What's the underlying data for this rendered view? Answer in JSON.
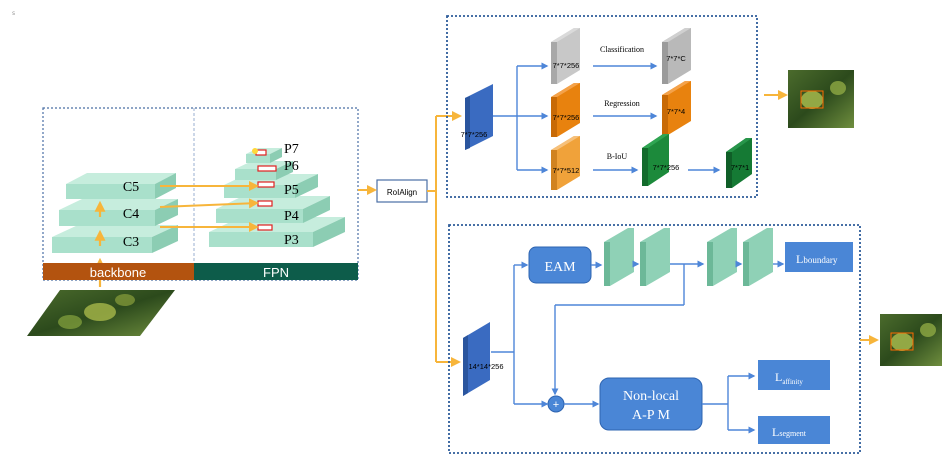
{
  "corner_mark": "s",
  "backbone": {
    "band_label": "backbone",
    "layers": [
      "C5",
      "C4",
      "C3"
    ]
  },
  "fpn": {
    "band_label": "FPN",
    "levels": [
      "P7",
      "P6",
      "P5",
      "P4",
      "P3"
    ]
  },
  "roi_align": {
    "label": "RoIAlign"
  },
  "detection_head": {
    "input_label": "7*7*256",
    "branches": [
      {
        "name": "Classification",
        "input": "7*7*256",
        "output": "7*7*C"
      },
      {
        "name": "Regression",
        "input": "7*7*256",
        "output": "7*7*4"
      },
      {
        "name": "B-IoU",
        "input": "7*7*512",
        "mid": "7*7*256",
        "output": "7*7*1"
      }
    ]
  },
  "segmentation_head": {
    "input_label": "14*14*256",
    "eam_label": "EAM",
    "boundary_loss": {
      "main": "L",
      "sub": "boundary"
    },
    "affinity_loss": {
      "main": "L",
      "sub": "affinity"
    },
    "segment_loss": {
      "main": "L",
      "sub": "segment"
    },
    "nonlocal_line1": "Non-local",
    "nonlocal_line2": "A-P M",
    "plus_symbol": "+"
  },
  "colors": {
    "arrow_orange": "#f7b53b",
    "arrow_blue": "#4e86d8",
    "box_border": "#4a6fa5",
    "teal_block": "#a9e0cb",
    "backbone_band": "#b3530f",
    "fpn_band": "#0d5c4a",
    "blue_node": "#3a6bc1",
    "gray_block": "#b9b9b9",
    "orange_block": "#e8820e",
    "green_block": "#1c8a3b",
    "round_box": "#4a86d6"
  }
}
